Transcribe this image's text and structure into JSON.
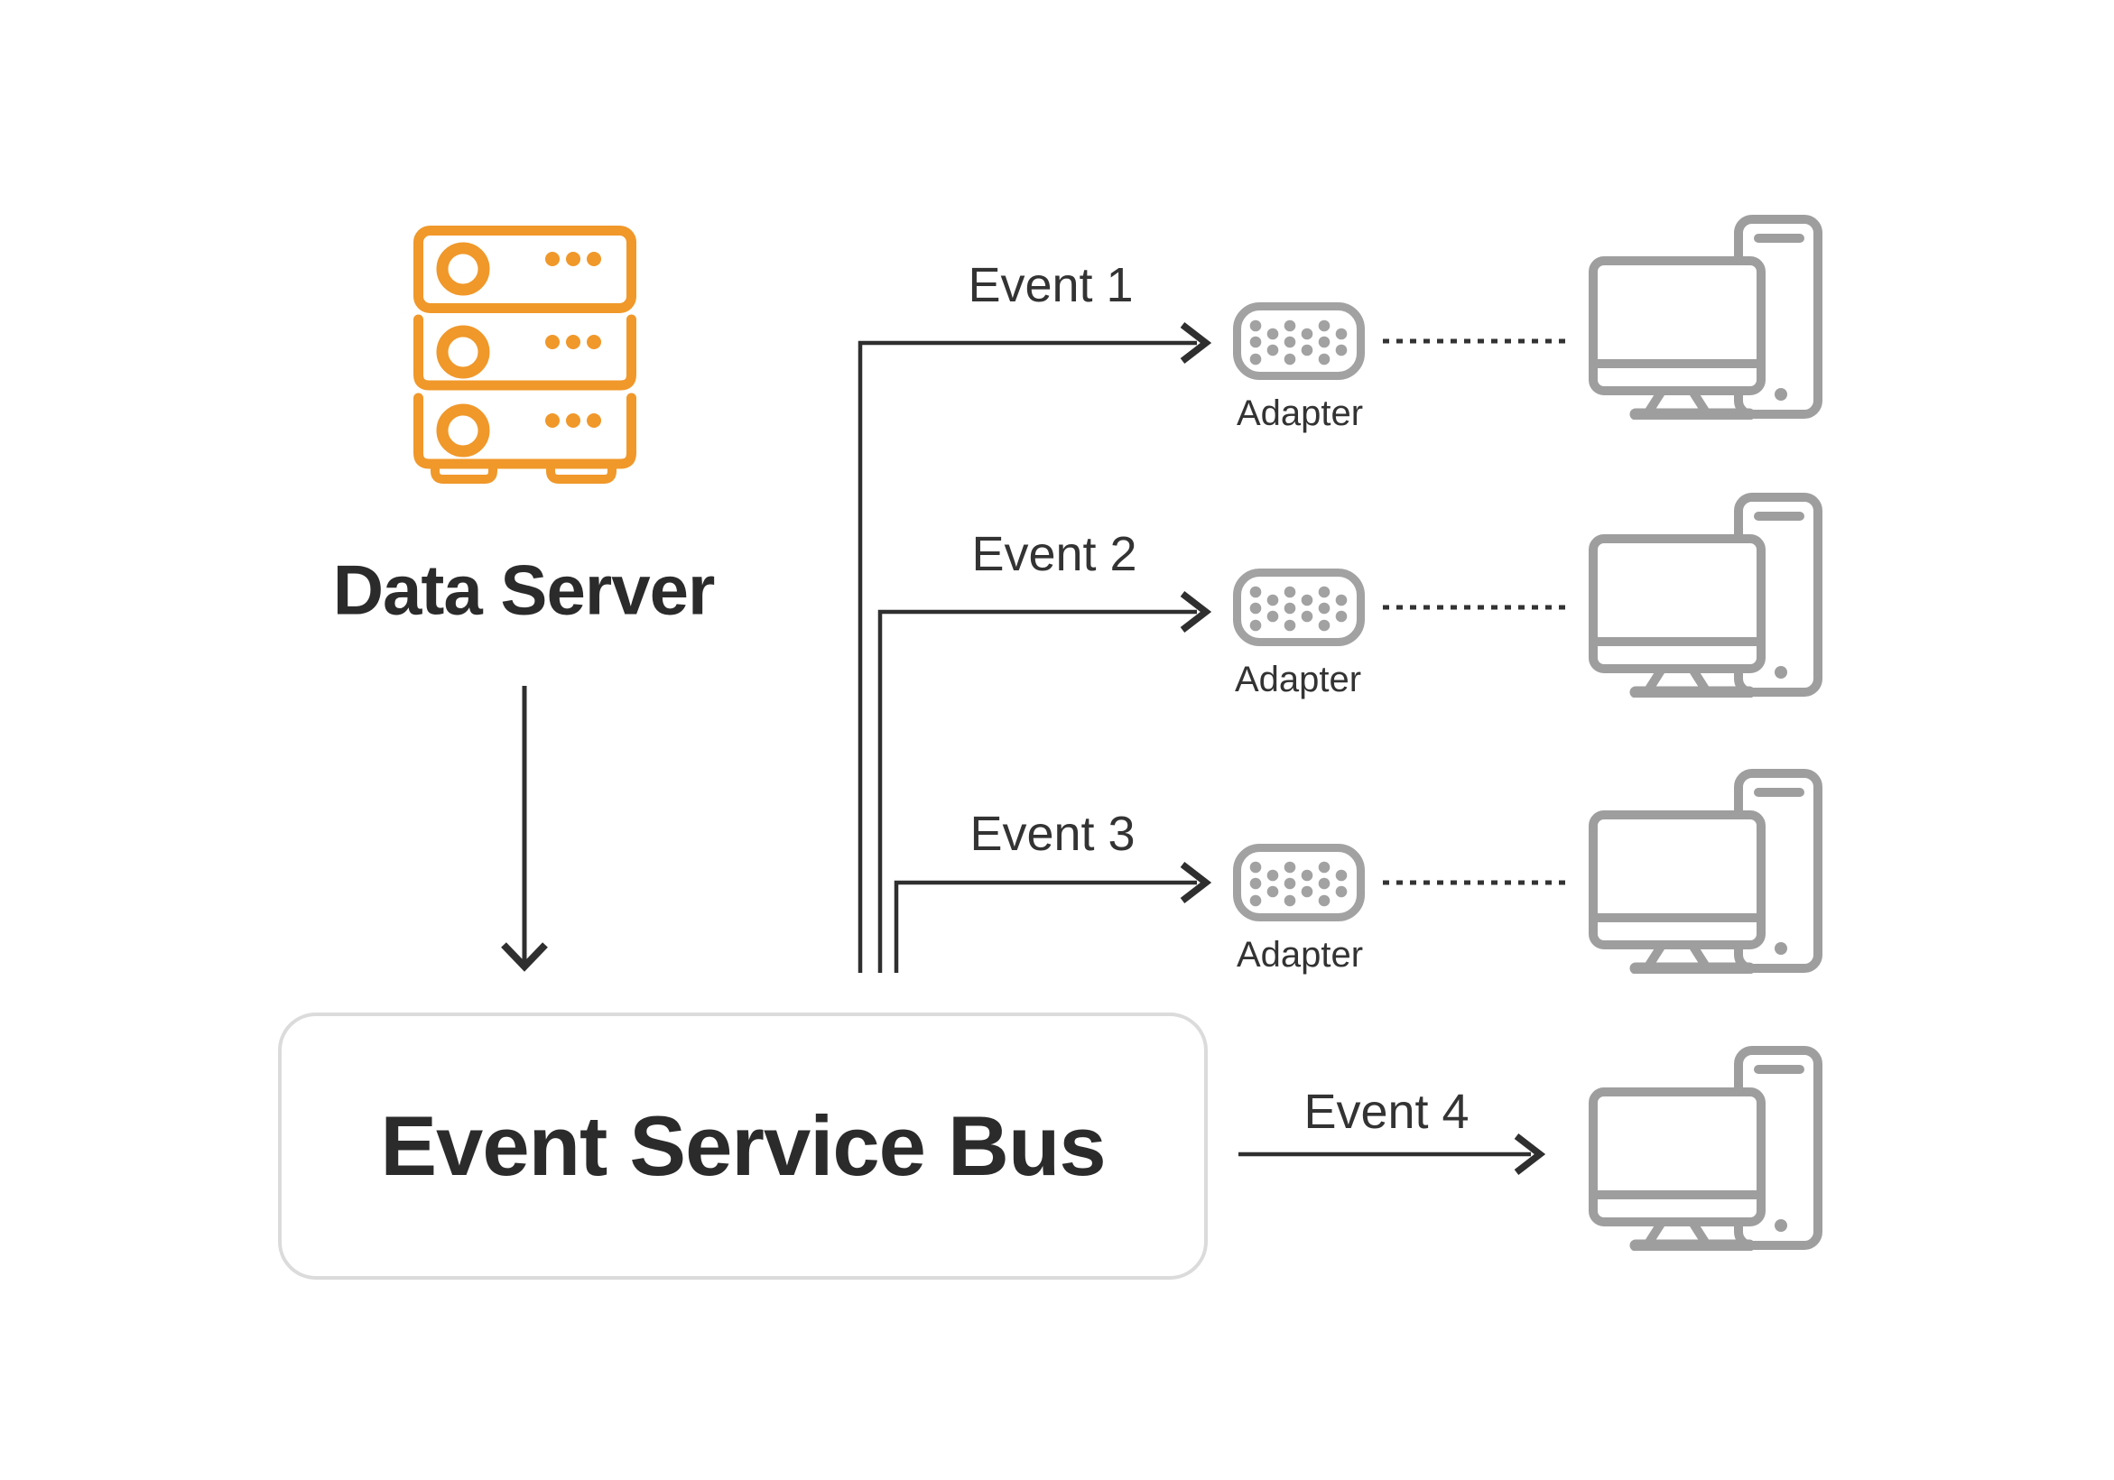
{
  "diagram": {
    "data_server": {
      "label": "Data Server"
    },
    "bus": {
      "label": "Event Service Bus"
    },
    "events": [
      {
        "label": "Event 1"
      },
      {
        "label": "Event 2"
      },
      {
        "label": "Event 3"
      },
      {
        "label": "Event 4"
      }
    ],
    "adapters": [
      {
        "label": "Adapter"
      },
      {
        "label": "Adapter"
      },
      {
        "label": "Adapter"
      }
    ],
    "icons": {
      "server": "server-rack-icon",
      "adapter": "vga-adapter-icon",
      "computer": "desktop-computer-icon"
    },
    "colors": {
      "server_orange": "#F0982A",
      "line_dark": "#2F2F2F",
      "icon_gray": "#9E9E9E",
      "adapter_gray": "#A2A2A2",
      "bus_border": "#DBDBDB",
      "heading_text": "#2B2B2B",
      "label_text": "#333333",
      "background": "#FFFFFF"
    }
  }
}
